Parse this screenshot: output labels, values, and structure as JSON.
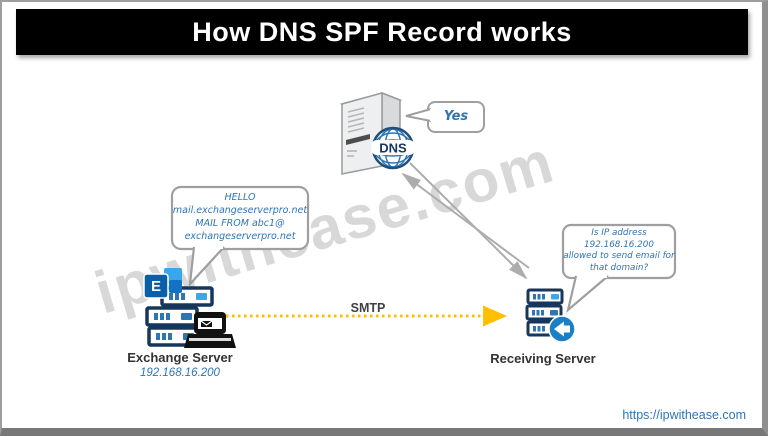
{
  "title": {
    "text": "How DNS SPF Record works"
  },
  "watermark": {
    "text": "ipwithease.com"
  },
  "footer": {
    "url": "https://ipwithease.com"
  },
  "diagram": {
    "dns": {
      "badge": "DNS"
    },
    "yes_bubble": {
      "text": "Yes"
    },
    "hello_bubble": {
      "line1": "HELLO",
      "line2": "mail.exchangeserverpro.net",
      "line3": "MAIL FROM abc1@",
      "line4": "exchangeserverpro.net"
    },
    "query_bubble": {
      "line1": "Is IP address",
      "line2": "192.168.16.200",
      "line3": "allowed to send email for",
      "line4": "that domain?"
    },
    "smtp_label": "SMTP",
    "exchange": {
      "label": "Exchange Server",
      "ip": "192.168.16.200"
    },
    "receiving": {
      "label": "Receiving Server"
    }
  },
  "colors": {
    "title_bg": "#000000",
    "title_text": "#ffffff",
    "bubble_text_blue": "#2e75b6",
    "yes_green": "#00b050",
    "smtp_yellow": "#ffc000",
    "arrow_gray": "#adadad",
    "server_outline_navy": "#16365c",
    "server_fill_blue": "#2e75b6",
    "exchange_logo_blue": "#0b5ea8",
    "dns_globe_navy": "#1f4e79",
    "reply_circle_blue": "#1b7fc4",
    "watermark_gray": "#c9c9c9",
    "footer_link_blue": "#2e75b6"
  }
}
